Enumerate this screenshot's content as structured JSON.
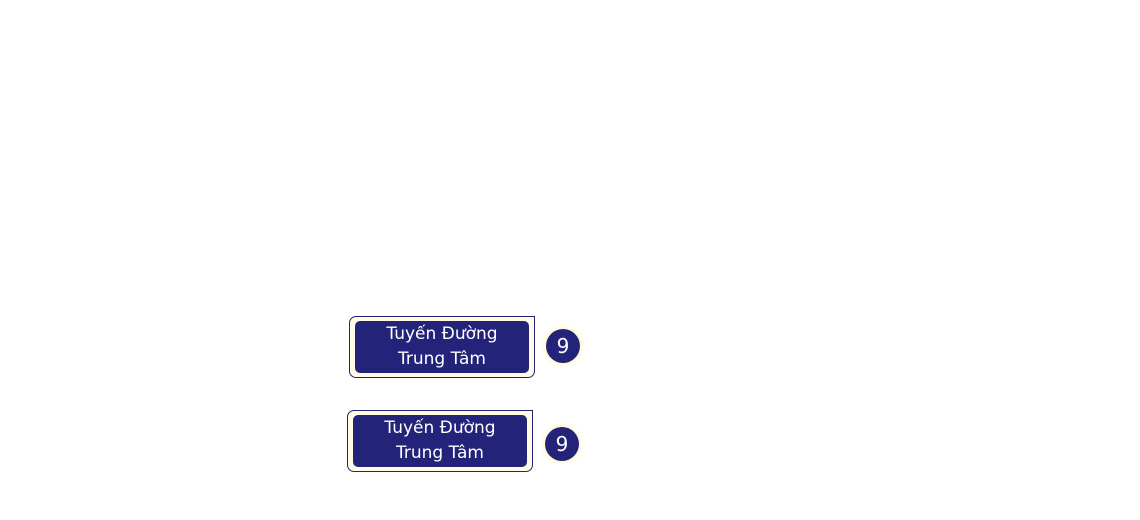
{
  "routes": [
    {
      "line1": "Tuyến Đường",
      "line2": "Trung Tâm",
      "count": "9"
    },
    {
      "line1": "Tuyến Đường",
      "line2": "Trung Tâm",
      "count": "9"
    }
  ]
}
